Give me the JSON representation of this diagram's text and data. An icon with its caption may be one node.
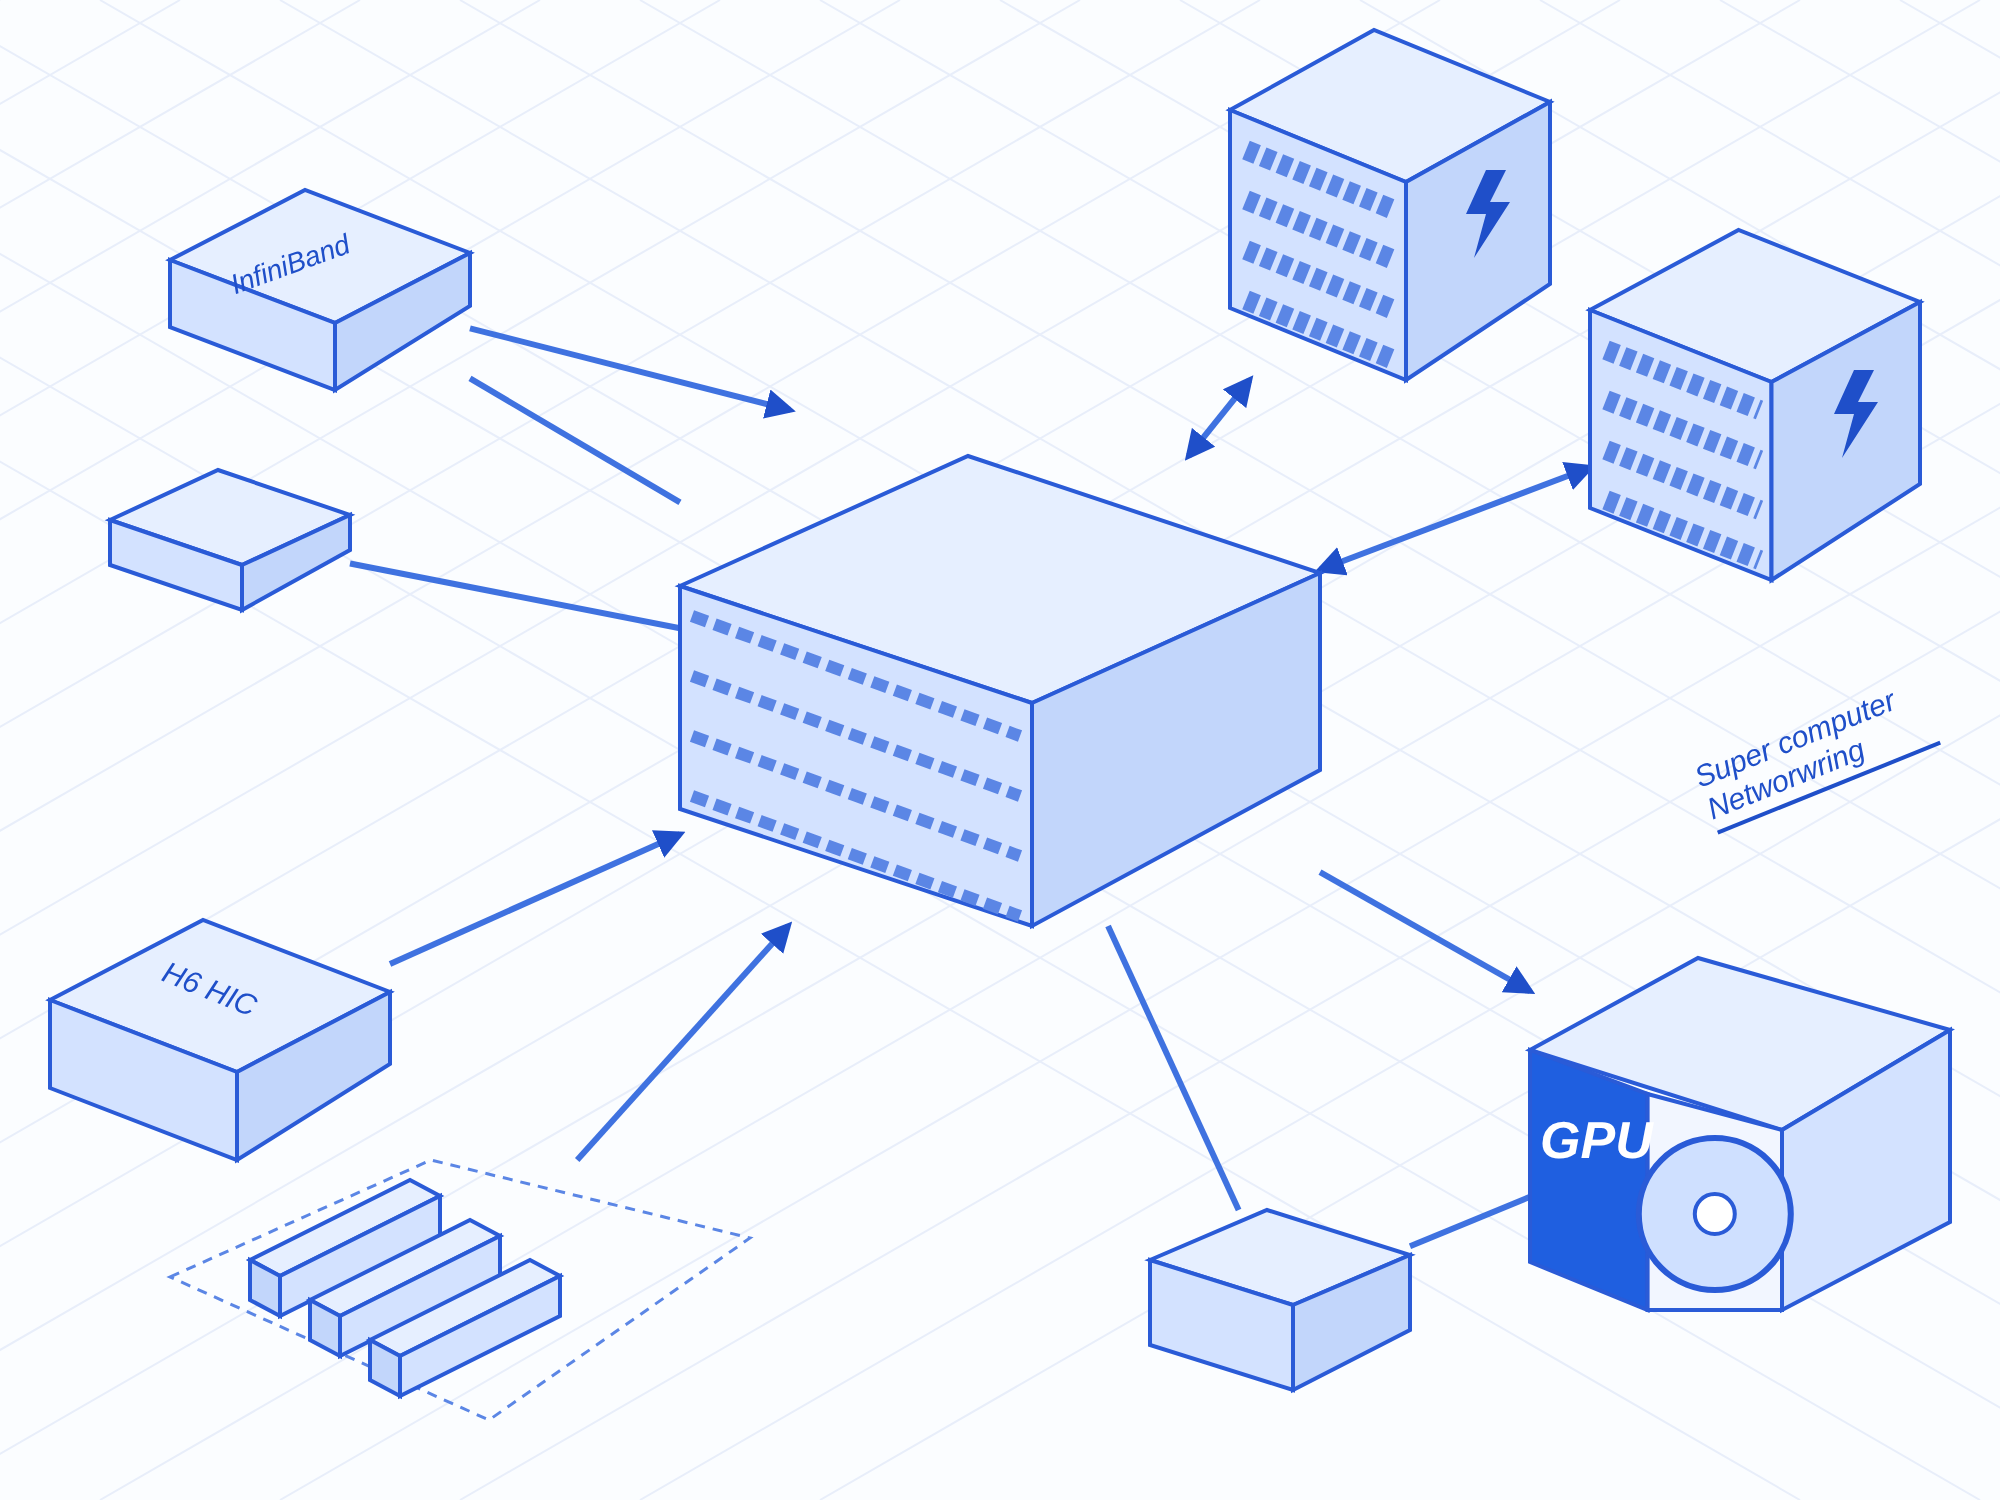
{
  "diagram": {
    "nodes": [
      {
        "text": [
          "InfiniBand"
        ]
      },
      {
        "text": [],
        "shape": "picture"
      },
      {
        "text": [],
        "shape": "picture"
      },
      {
        "text": [],
        "shape": "picture"
      },
      {
        "text": [],
        "shape": "picture"
      },
      {
        "text": [
          "H6 HIC"
        ]
      },
      {
        "text": [],
        "shape": "picture"
      },
      {
        "text": [],
        "shape": "picture"
      },
      {
        "text": [
          "GPU"
        ]
      }
    ],
    "edges": [
      {
        "from": 0,
        "to": 2,
        "arrow": "none"
      },
      {
        "from": 0,
        "to": null,
        "arrow": "to"
      },
      {
        "from": 1,
        "to": 2,
        "arrow": "none"
      },
      {
        "from": 2,
        "to": 3,
        "arrow": "both"
      },
      {
        "from": 2,
        "to": 4,
        "arrow": "both"
      },
      {
        "from": 5,
        "to": 2,
        "arrow": "to"
      },
      {
        "from": 6,
        "to": 2,
        "arrow": "to"
      },
      {
        "from": 2,
        "to": 7,
        "arrow": "none"
      },
      {
        "from": 7,
        "to": 8,
        "arrow": "none"
      },
      {
        "from": 2,
        "to": 8,
        "arrow": "to"
      }
    ],
    "labels": [
      "Super computer Networwring"
    ]
  }
}
